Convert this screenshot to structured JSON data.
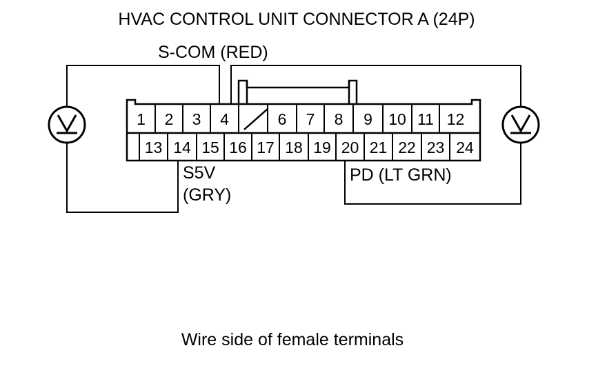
{
  "title": "HVAC CONTROL UNIT CONNECTOR A (24P)",
  "caption": "Wire side of female terminals",
  "wires": {
    "scom": "S-COM (RED)",
    "s5v_line1": "S5V",
    "s5v_line2": "(GRY)",
    "pd": "PD (LT GRN)"
  },
  "connector": {
    "top_row": [
      "1",
      "2",
      "3",
      "4",
      "",
      "6",
      "7",
      "8",
      "9",
      "10",
      "11",
      "12"
    ],
    "bottom_row": [
      "13",
      "14",
      "15",
      "16",
      "17",
      "18",
      "19",
      "20",
      "21",
      "22",
      "23",
      "24"
    ]
  },
  "icons": [
    "voltmeter-icon",
    "voltmeter-icon"
  ],
  "colors": {
    "line": "#000000",
    "background": "#ffffff"
  }
}
